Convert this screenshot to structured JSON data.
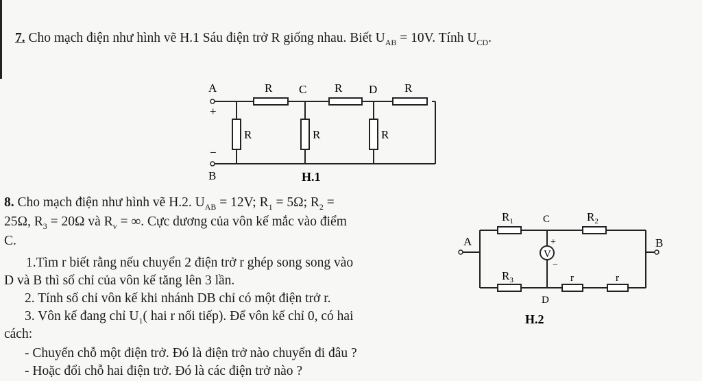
{
  "problem7": {
    "number": "7.",
    "text": "Cho mạch điện như hình vẽ H.1 Sáu điện trở R giống nhau. Biết U",
    "sub1": "AB",
    "text2": " = 10V. Tính U",
    "sub2": "CD",
    "text3": "."
  },
  "figure1": {
    "caption": "H.1",
    "node_a": "A",
    "node_b": "B",
    "node_c": "C",
    "node_d": "D",
    "plus": "+",
    "minus": "−",
    "resistor": "R"
  },
  "problem8": {
    "number": "8.",
    "line1": " Cho mạch điện như hình vẽ H.2. U",
    "line1_sub": "AB",
    "line1_rest": " = 12V; R",
    "r1sub": "1",
    "r1val": " = 5Ω; R",
    "r2sub": "2",
    "r2val": " =",
    "line2a": "25Ω, R",
    "r3sub": "3",
    "line2b": " = 20Ω và R",
    "rvsub": "v",
    "line2c": " = ∞. Cực dương của vôn kế mắc vào điểm",
    "line3": "C.",
    "q1a": "1.Tìm r biết rằng nếu chuyển 2 điện trở r ghép song song vào",
    "q1b": "D và B thì số chỉ của vôn kế tăng lên 3 lần.",
    "q2": "2. Tính số chỉ vôn kế khi nhánh DB chỉ có một điện trở r.",
    "q3a": "3. Vôn kế đang chỉ U",
    "q3sub": "1",
    "q3b": "( hai r nối tiếp). Để vôn kế chỉ 0, có hai",
    "q3c": "cách:",
    "bullet1": "- Chuyển chỗ một điện trở. Đó là điện trở nào chuyển đi đâu ?",
    "bullet2": "- Hoặc đổi chỗ hai điện trở. Đó là các điện trở nào ?"
  },
  "figure2": {
    "caption": "H.2",
    "node_a": "A",
    "node_b": "B",
    "node_c": "C",
    "node_d": "D",
    "r1": "R",
    "r1sub": "1",
    "r2": "R",
    "r2sub": "2",
    "r3": "R",
    "r3sub": "3",
    "r": "r",
    "voltmeter": "V",
    "plus": "+",
    "minus": "−"
  }
}
